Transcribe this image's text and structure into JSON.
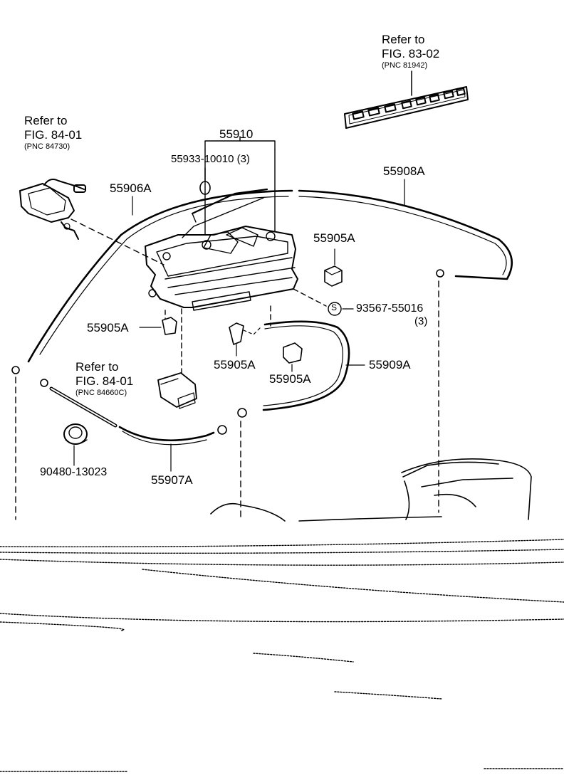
{
  "refs": {
    "fig_8302": {
      "line1": "Refer to",
      "line2": "FIG. 83-02",
      "line3": "(PNC 81942)"
    },
    "fig_8401_top": {
      "line1": "Refer to",
      "line2": "FIG. 84-01",
      "line3": "(PNC 84730)"
    },
    "fig_8401_bottom": {
      "line1": "Refer to",
      "line2": "FIG. 84-01",
      "line3": "(PNC 84660C)"
    }
  },
  "parts": {
    "p55910": "55910",
    "p55933": "55933-10010 (3)",
    "p55908A": "55908A",
    "p55906A": "55906A",
    "p55905A_top": "55905A",
    "p55905A_left": "55905A",
    "p55905A_mid": "55905A",
    "p55905A_right": "55905A",
    "p93567": "93567-55016",
    "p93567_qty": "(3)",
    "p55909A": "55909A",
    "p90480": "90480-13023",
    "p55907A": "55907A"
  },
  "symbols": {
    "s_circle": "S"
  }
}
